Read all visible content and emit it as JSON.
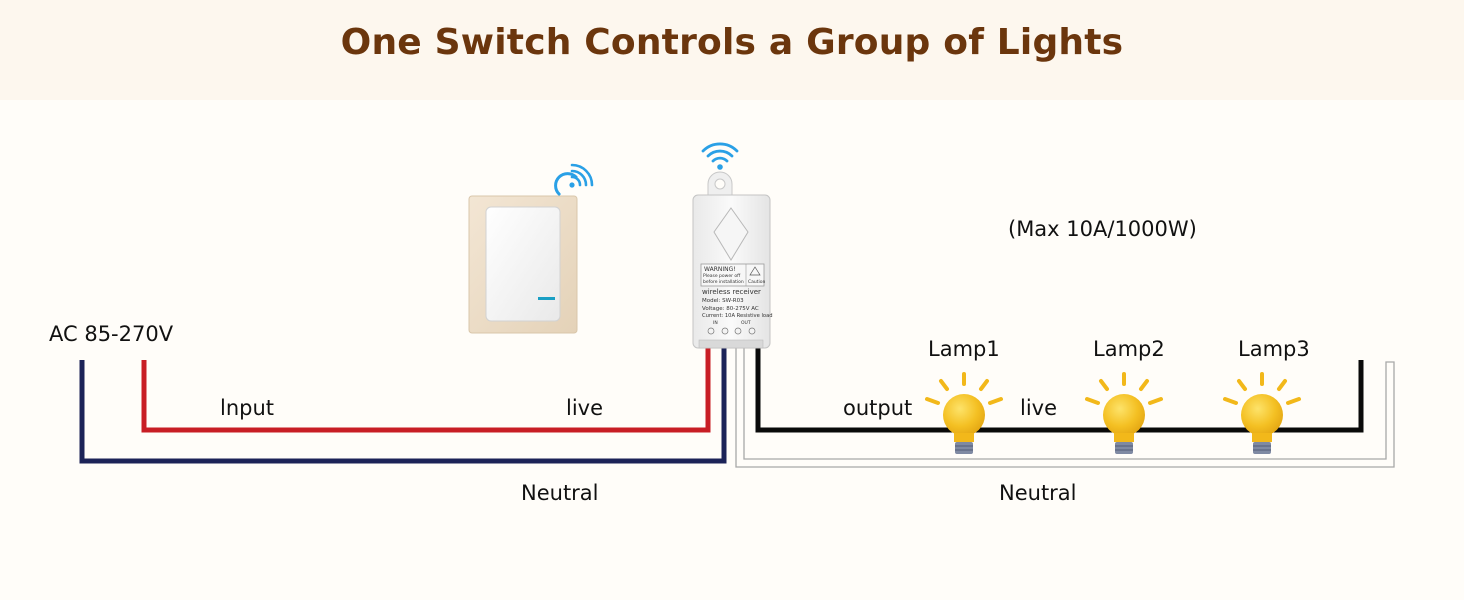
{
  "title": "One Switch Controls a Group of Lights",
  "labels": {
    "supply": "AC 85-270V",
    "input": "lnput",
    "live_left": "live",
    "neutral_left": "Neutral",
    "max_rating": "(Max 10A/1000W)",
    "output": "output",
    "live_right": "live",
    "neutral_right": "Neutral",
    "lamps": [
      "Lamp1",
      "Lamp2",
      "Lamp3"
    ]
  },
  "receiver": {
    "warning": "WARNING!",
    "warning_note_1": "Please power off",
    "warning_note_2": "before installation",
    "caution": "Caution",
    "name": "wireless receiver",
    "model": "Model: SW-R03",
    "voltage": "Voltage: 80-275V AC",
    "current": "Current: 10A Resistive load",
    "terminal_in": "IN",
    "terminal_out": "OUT"
  },
  "colors": {
    "title": "#6b360d",
    "live_wire": "#c81e25",
    "neutral_wire": "#1c2358",
    "output_wire": "#0a0a0a",
    "lamp_bulb": "#f2b81a",
    "wifi": "#2aa0e6"
  }
}
